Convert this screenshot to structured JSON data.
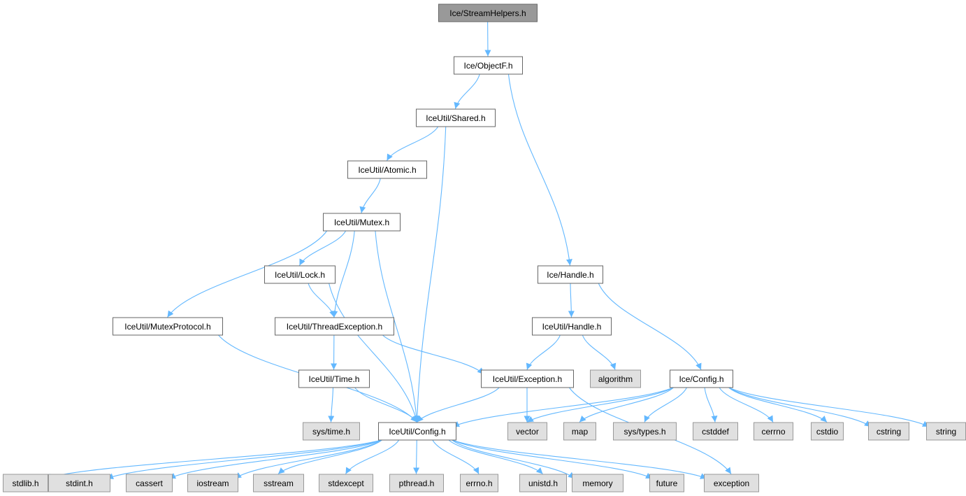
{
  "graph": {
    "colors": {
      "edge": "#63b8ff",
      "root_fill": "#999999",
      "normal_fill": "#ffffff",
      "system_fill": "#e0e0e0",
      "normal_border": "#666666",
      "system_border": "#999999"
    },
    "nodes": [
      {
        "id": "streamhelpers",
        "label": "Ice/StreamHelpers.h",
        "kind": "root"
      },
      {
        "id": "objectf",
        "label": "Ice/ObjectF.h",
        "kind": "normal"
      },
      {
        "id": "shared",
        "label": "IceUtil/Shared.h",
        "kind": "normal"
      },
      {
        "id": "atomic",
        "label": "IceUtil/Atomic.h",
        "kind": "normal"
      },
      {
        "id": "mutex",
        "label": "IceUtil/Mutex.h",
        "kind": "normal"
      },
      {
        "id": "lock",
        "label": "IceUtil/Lock.h",
        "kind": "normal"
      },
      {
        "id": "icehandle",
        "label": "Ice/Handle.h",
        "kind": "normal"
      },
      {
        "id": "mutexprotocol",
        "label": "IceUtil/MutexProtocol.h",
        "kind": "normal"
      },
      {
        "id": "threadexception",
        "label": "IceUtil/ThreadException.h",
        "kind": "normal"
      },
      {
        "id": "iceutilhandle",
        "label": "IceUtil/Handle.h",
        "kind": "normal"
      },
      {
        "id": "time",
        "label": "IceUtil/Time.h",
        "kind": "normal"
      },
      {
        "id": "exception_h",
        "label": "IceUtil/Exception.h",
        "kind": "normal"
      },
      {
        "id": "algorithm",
        "label": "algorithm",
        "kind": "system"
      },
      {
        "id": "iceconfig",
        "label": "Ice/Config.h",
        "kind": "normal"
      },
      {
        "id": "systime",
        "label": "sys/time.h",
        "kind": "system"
      },
      {
        "id": "iceutilconfig",
        "label": "IceUtil/Config.h",
        "kind": "normal"
      },
      {
        "id": "vector",
        "label": "vector",
        "kind": "system"
      },
      {
        "id": "map",
        "label": "map",
        "kind": "system"
      },
      {
        "id": "systypes",
        "label": "sys/types.h",
        "kind": "system"
      },
      {
        "id": "cstddef",
        "label": "cstddef",
        "kind": "system"
      },
      {
        "id": "cerrno",
        "label": "cerrno",
        "kind": "system"
      },
      {
        "id": "cstdio",
        "label": "cstdio",
        "kind": "system"
      },
      {
        "id": "cstring",
        "label": "cstring",
        "kind": "system"
      },
      {
        "id": "string",
        "label": "string",
        "kind": "system"
      },
      {
        "id": "stdlib",
        "label": "stdlib.h",
        "kind": "system"
      },
      {
        "id": "stdint",
        "label": "stdint.h",
        "kind": "system"
      },
      {
        "id": "cassert",
        "label": "cassert",
        "kind": "system"
      },
      {
        "id": "iostream",
        "label": "iostream",
        "kind": "system"
      },
      {
        "id": "sstream",
        "label": "sstream",
        "kind": "system"
      },
      {
        "id": "stdexcept",
        "label": "stdexcept",
        "kind": "system"
      },
      {
        "id": "pthread",
        "label": "pthread.h",
        "kind": "system"
      },
      {
        "id": "errno",
        "label": "errno.h",
        "kind": "system"
      },
      {
        "id": "unistd",
        "label": "unistd.h",
        "kind": "system"
      },
      {
        "id": "memory",
        "label": "memory",
        "kind": "system"
      },
      {
        "id": "future",
        "label": "future",
        "kind": "system"
      },
      {
        "id": "exception",
        "label": "exception",
        "kind": "system"
      }
    ],
    "edges": [
      [
        "streamhelpers",
        "objectf"
      ],
      [
        "objectf",
        "shared"
      ],
      [
        "objectf",
        "icehandle"
      ],
      [
        "shared",
        "atomic"
      ],
      [
        "shared",
        "iceutilconfig"
      ],
      [
        "atomic",
        "mutex"
      ],
      [
        "mutex",
        "lock"
      ],
      [
        "mutex",
        "mutexprotocol"
      ],
      [
        "mutex",
        "threadexception"
      ],
      [
        "mutex",
        "iceutilconfig"
      ],
      [
        "lock",
        "threadexception"
      ],
      [
        "lock",
        "iceutilconfig"
      ],
      [
        "mutexprotocol",
        "iceutilconfig"
      ],
      [
        "threadexception",
        "time"
      ],
      [
        "threadexception",
        "exception_h"
      ],
      [
        "time",
        "systime"
      ],
      [
        "time",
        "iceutilconfig"
      ],
      [
        "icehandle",
        "iceutilhandle"
      ],
      [
        "icehandle",
        "iceconfig"
      ],
      [
        "iceutilhandle",
        "exception_h"
      ],
      [
        "iceutilhandle",
        "algorithm"
      ],
      [
        "exception_h",
        "iceutilconfig"
      ],
      [
        "exception_h",
        "vector"
      ],
      [
        "exception_h",
        "exception"
      ],
      [
        "iceconfig",
        "iceutilconfig"
      ],
      [
        "iceconfig",
        "vector"
      ],
      [
        "iceconfig",
        "map"
      ],
      [
        "iceconfig",
        "systypes"
      ],
      [
        "iceconfig",
        "cstddef"
      ],
      [
        "iceconfig",
        "cerrno"
      ],
      [
        "iceconfig",
        "cstdio"
      ],
      [
        "iceconfig",
        "cstring"
      ],
      [
        "iceconfig",
        "string"
      ],
      [
        "iceutilconfig",
        "stdlib"
      ],
      [
        "iceutilconfig",
        "stdint"
      ],
      [
        "iceutilconfig",
        "cassert"
      ],
      [
        "iceutilconfig",
        "iostream"
      ],
      [
        "iceutilconfig",
        "sstream"
      ],
      [
        "iceutilconfig",
        "stdexcept"
      ],
      [
        "iceutilconfig",
        "pthread"
      ],
      [
        "iceutilconfig",
        "errno"
      ],
      [
        "iceutilconfig",
        "unistd"
      ],
      [
        "iceutilconfig",
        "memory"
      ],
      [
        "iceutilconfig",
        "future"
      ],
      [
        "iceutilconfig",
        "exception"
      ]
    ]
  }
}
